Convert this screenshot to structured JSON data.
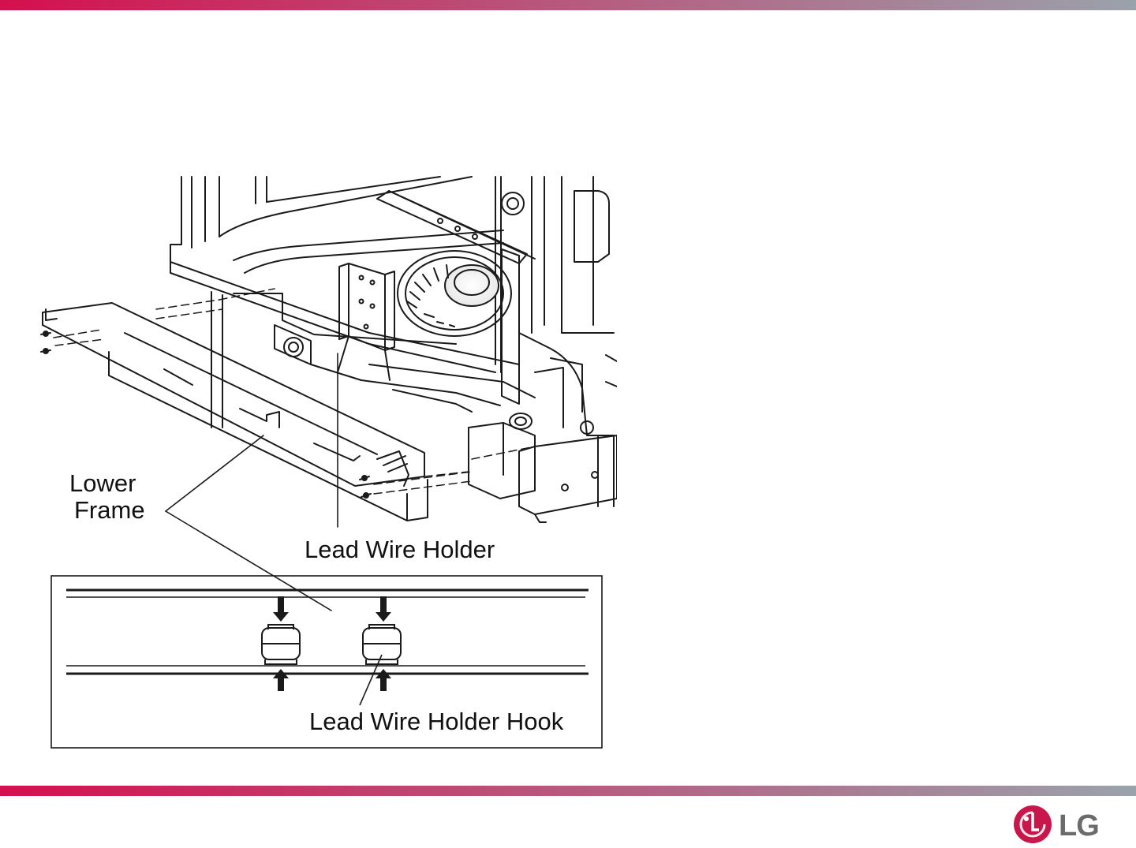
{
  "theme": {
    "bar_start": "#d4104f",
    "bar_end": "#9aa2ab",
    "logo_red": "#c9174b",
    "logo_grey": "#6b6b6b"
  },
  "diagram": {
    "labels": {
      "lower_frame_line1": "Lower",
      "lower_frame_line2": "Frame",
      "lead_wire_holder": "Lead Wire Holder",
      "lead_wire_holder_hook": "Lead Wire Holder Hook"
    }
  },
  "logo": {
    "icon": "lg-face-icon",
    "text": "LG"
  }
}
